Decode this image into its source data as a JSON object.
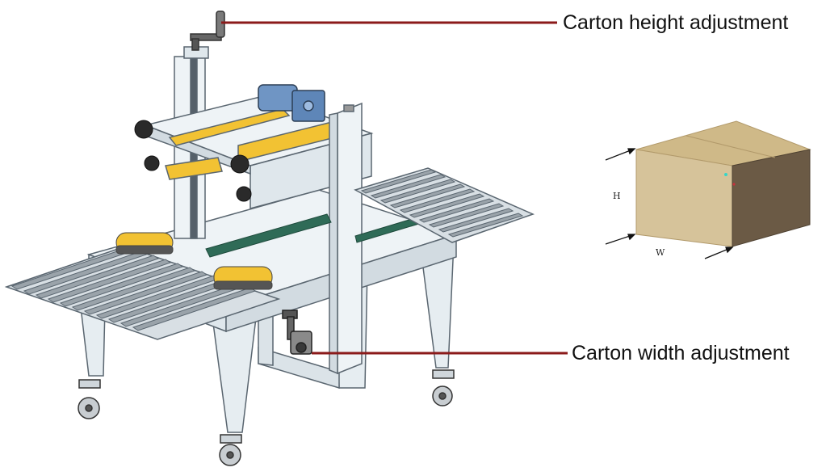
{
  "callouts": {
    "height_adjust": "Carton height adjustment",
    "width_adjust": "Carton width adjustment"
  },
  "carton": {
    "h_label": "H",
    "w_label": "W"
  },
  "colors": {
    "leader_line": "#8b1a1a",
    "frame": "#e8eef2",
    "frame_stroke": "#5a6670",
    "roller": "#9aa3aa",
    "belt": "#2f6b57",
    "yellow_part": "#f2c233",
    "motor": "#6f95c4",
    "carton_top": "#cfb988",
    "carton_front": "#d6c39a",
    "carton_side": "#6b5a45"
  }
}
